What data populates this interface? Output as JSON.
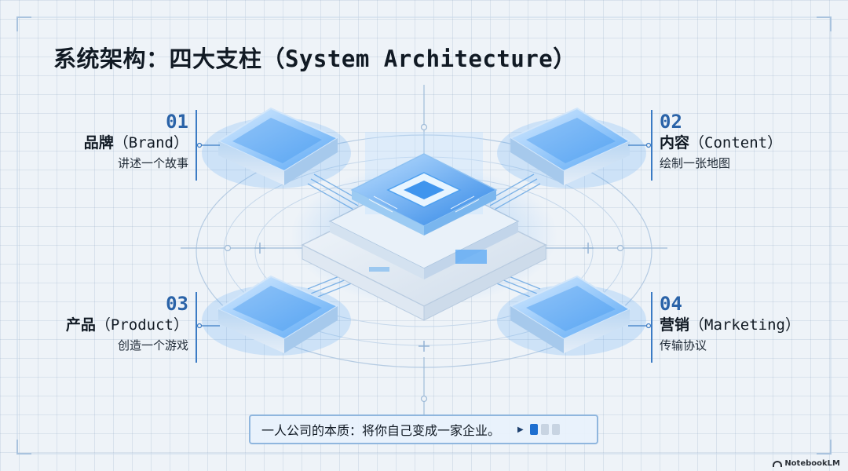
{
  "title": {
    "main": "系统架构：四大支柱",
    "sub": "（System Architecture）"
  },
  "pillars": [
    {
      "number": "01",
      "name_cn": "品牌",
      "name_en": "（Brand）",
      "desc": "讲述一个故事"
    },
    {
      "number": "02",
      "name_cn": "内容",
      "name_en": "（Content）",
      "desc": "绘制一张地图"
    },
    {
      "number": "03",
      "name_cn": "产品",
      "name_en": "（Product）",
      "desc": "创造一个游戏"
    },
    {
      "number": "04",
      "name_cn": "营销",
      "name_en": "（Marketing）",
      "desc": "传输协议"
    }
  ],
  "footer": {
    "statement": "一人公司的本质：将你自己变成一家企业。",
    "pager_total": 3,
    "pager_active": 1
  },
  "watermark": "NotebookLM",
  "colors": {
    "accent": "#2a63a8",
    "glow": "#5aa8f5",
    "frame": "#a9c3de"
  }
}
